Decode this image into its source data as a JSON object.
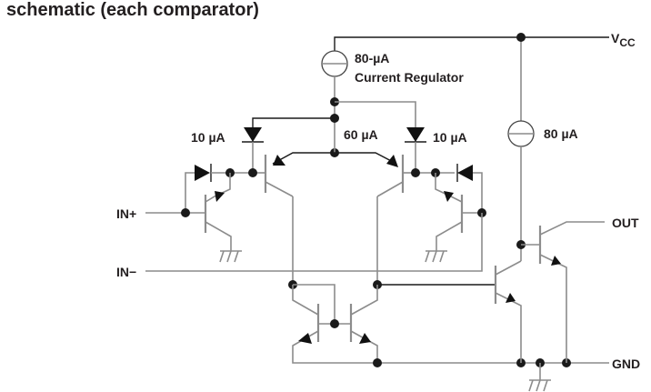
{
  "title": "schematic (each comparator)",
  "labels": {
    "vcc_main": "V",
    "vcc_sub": "CC",
    "regulator_current": "80-µA",
    "regulator_name": "Current Regulator",
    "left_diode_current": "10 µA",
    "tail_current": "60 µA",
    "right_diode_current": "10 µA",
    "output_source_current": "80 µA",
    "in_plus": "IN+",
    "in_minus": "IN−",
    "out": "OUT",
    "gnd": "GND"
  },
  "components": {
    "current_sources": [
      "80-µA current regulator",
      "80 µA output current source"
    ],
    "transistors": [
      "Q-input-left",
      "Q-pnp-left",
      "Q-pnp-right",
      "Q-input-right",
      "Q-mirror-left",
      "Q-mirror-right",
      "Q-gain",
      "Q-output"
    ],
    "diodes": [
      "D-10uA-left",
      "D-10uA-right",
      "D-clamp-left",
      "D-clamp-right"
    ],
    "grounds": [
      "ground-left",
      "ground-right",
      "ground-main"
    ]
  }
}
